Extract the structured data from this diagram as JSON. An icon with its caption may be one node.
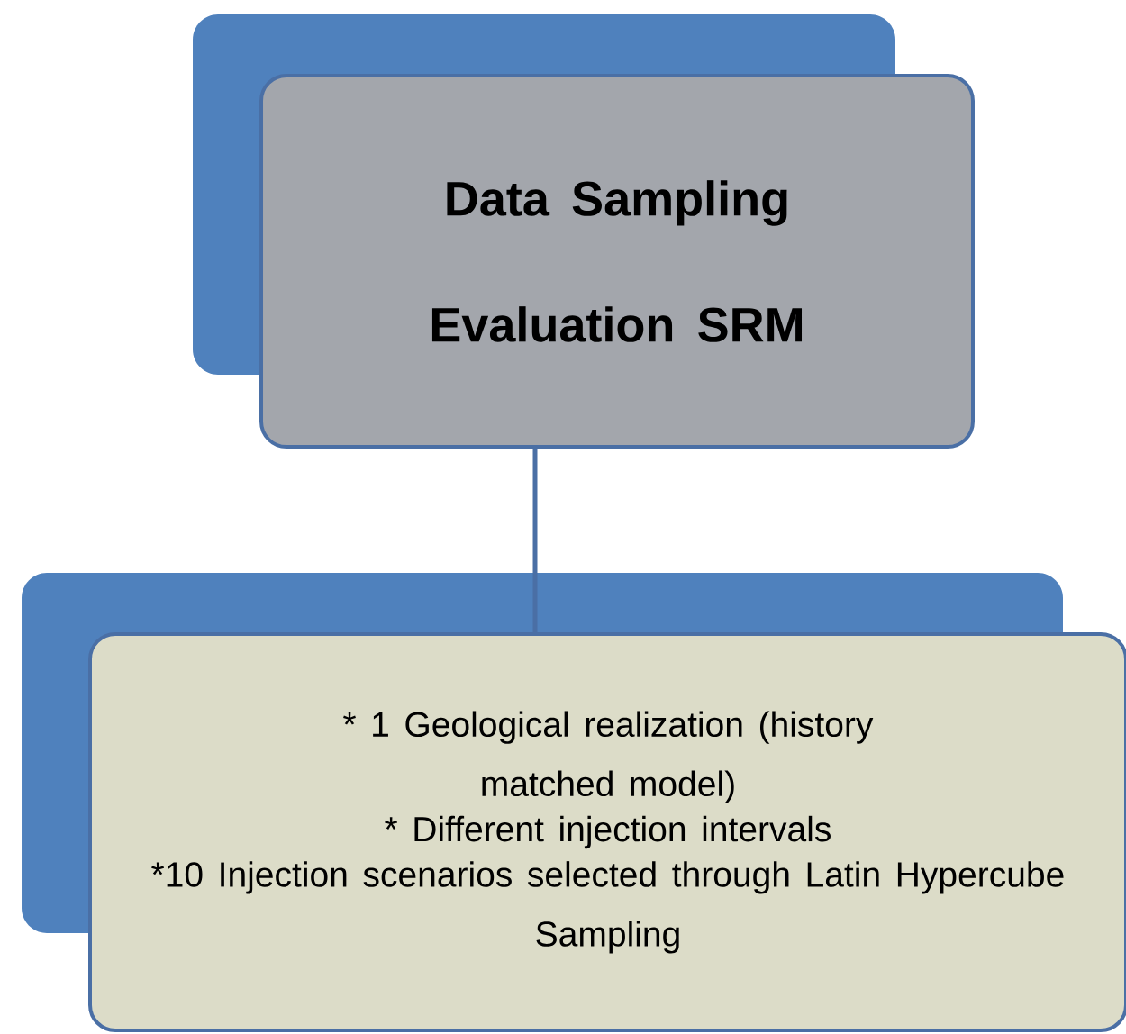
{
  "diagram": {
    "nodes": [
      {
        "text": [
          "Data Sampling Evaluation SRM"
        ]
      },
      {
        "text": [
          "* 1 Geological realization (history matched model)",
          "* Different injection intervals",
          "*10 Injection scenarios selected through Latin Hypercube Sampling"
        ]
      }
    ],
    "edges": [
      {
        "from": 0,
        "to": 1,
        "arrow": "none"
      }
    ]
  }
}
